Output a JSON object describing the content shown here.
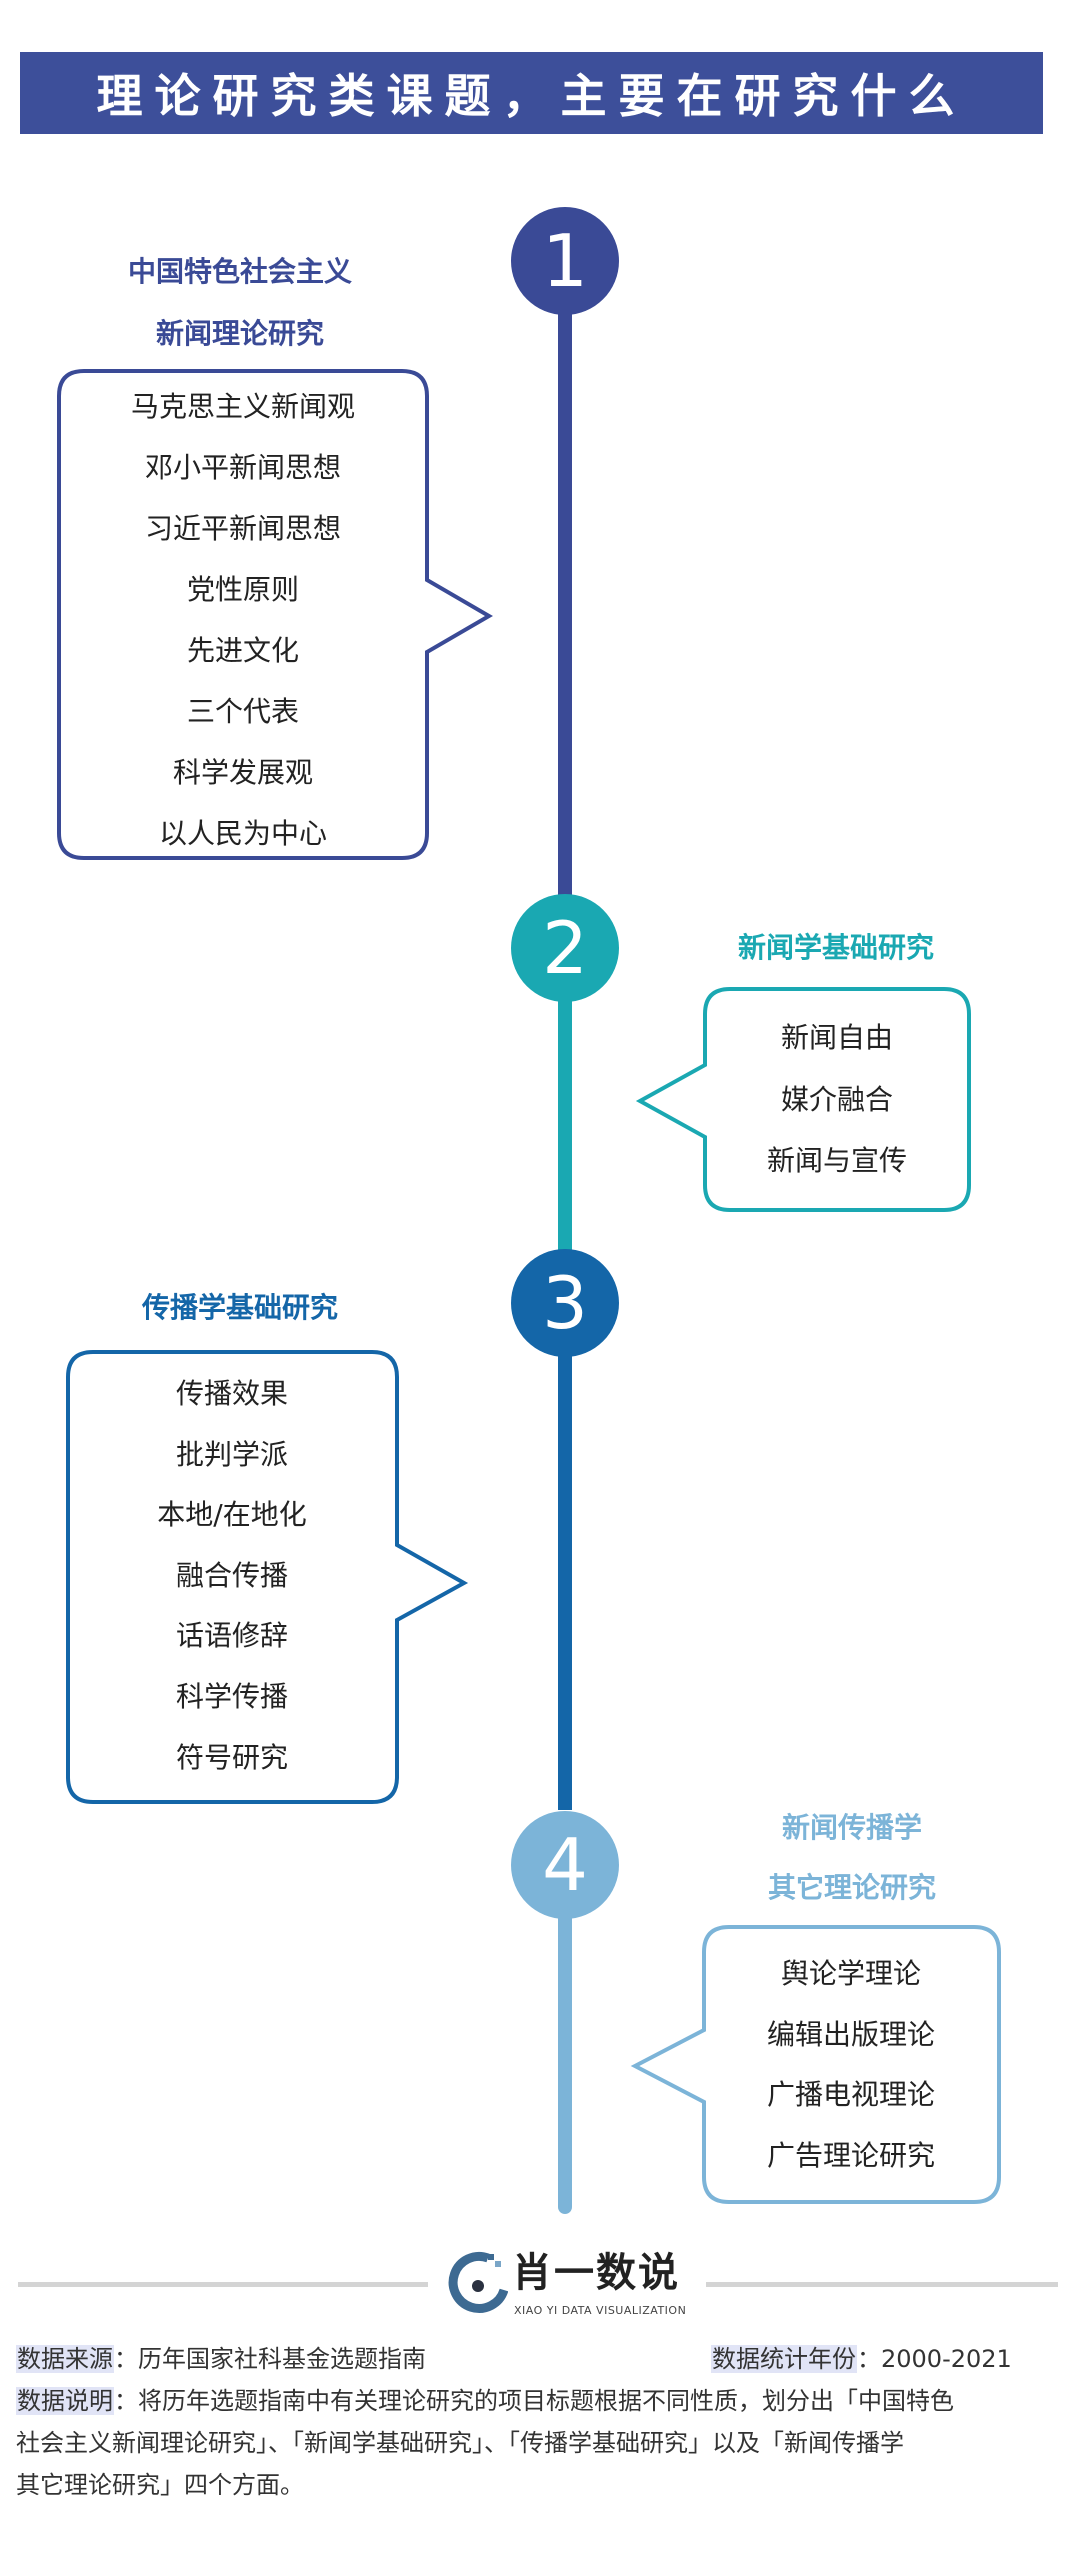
{
  "title": "理论研究类课题，主要在研究什么",
  "colors": {
    "s1": "#3a4a96",
    "s2": "#1aa8b2",
    "s3": "#1466a8",
    "s4": "#7cb4d8"
  },
  "sections": [
    {
      "number": "1",
      "title_lines": [
        "中国特色社会主义",
        "新闻理论研究"
      ],
      "items": [
        "马克思主义新闻观",
        "邓小平新闻思想",
        "习近平新闻思想",
        "党性原则",
        "先进文化",
        "三个代表",
        "科学发展观",
        "以人民为中心"
      ]
    },
    {
      "number": "2",
      "title_lines": [
        "新闻学基础研究"
      ],
      "items": [
        "新闻自由",
        "媒介融合",
        "新闻与宣传"
      ]
    },
    {
      "number": "3",
      "title_lines": [
        "传播学基础研究"
      ],
      "items": [
        "传播效果",
        "批判学派",
        "本地/在地化",
        "融合传播",
        "话语修辞",
        "科学传播",
        "符号研究"
      ]
    },
    {
      "number": "4",
      "title_lines": [
        "新闻传播学",
        "其它理论研究"
      ],
      "items": [
        "舆论学理论",
        "编辑出版理论",
        "广播电视理论",
        "广告理论研究"
      ]
    }
  ],
  "logo": {
    "name": "肖一数说",
    "subtitle": "XIAO YI DATA VISUALIZATION"
  },
  "footer": {
    "source_label": "数据来源",
    "source_value": "：历年国家社科基金选题指南",
    "years_label": "数据统计年份",
    "years_value": "：2000-2021",
    "note_label": "数据说明",
    "note_line1": "：将历年选题指南中有关理论研究的项目标题根据不同性质，划分出「中国特色",
    "note_line2": "社会主义新闻理论研究」、「新闻学基础研究」、「传播学基础研究」以及「新闻传播学",
    "note_line3": "其它理论研究」四个方面。"
  }
}
